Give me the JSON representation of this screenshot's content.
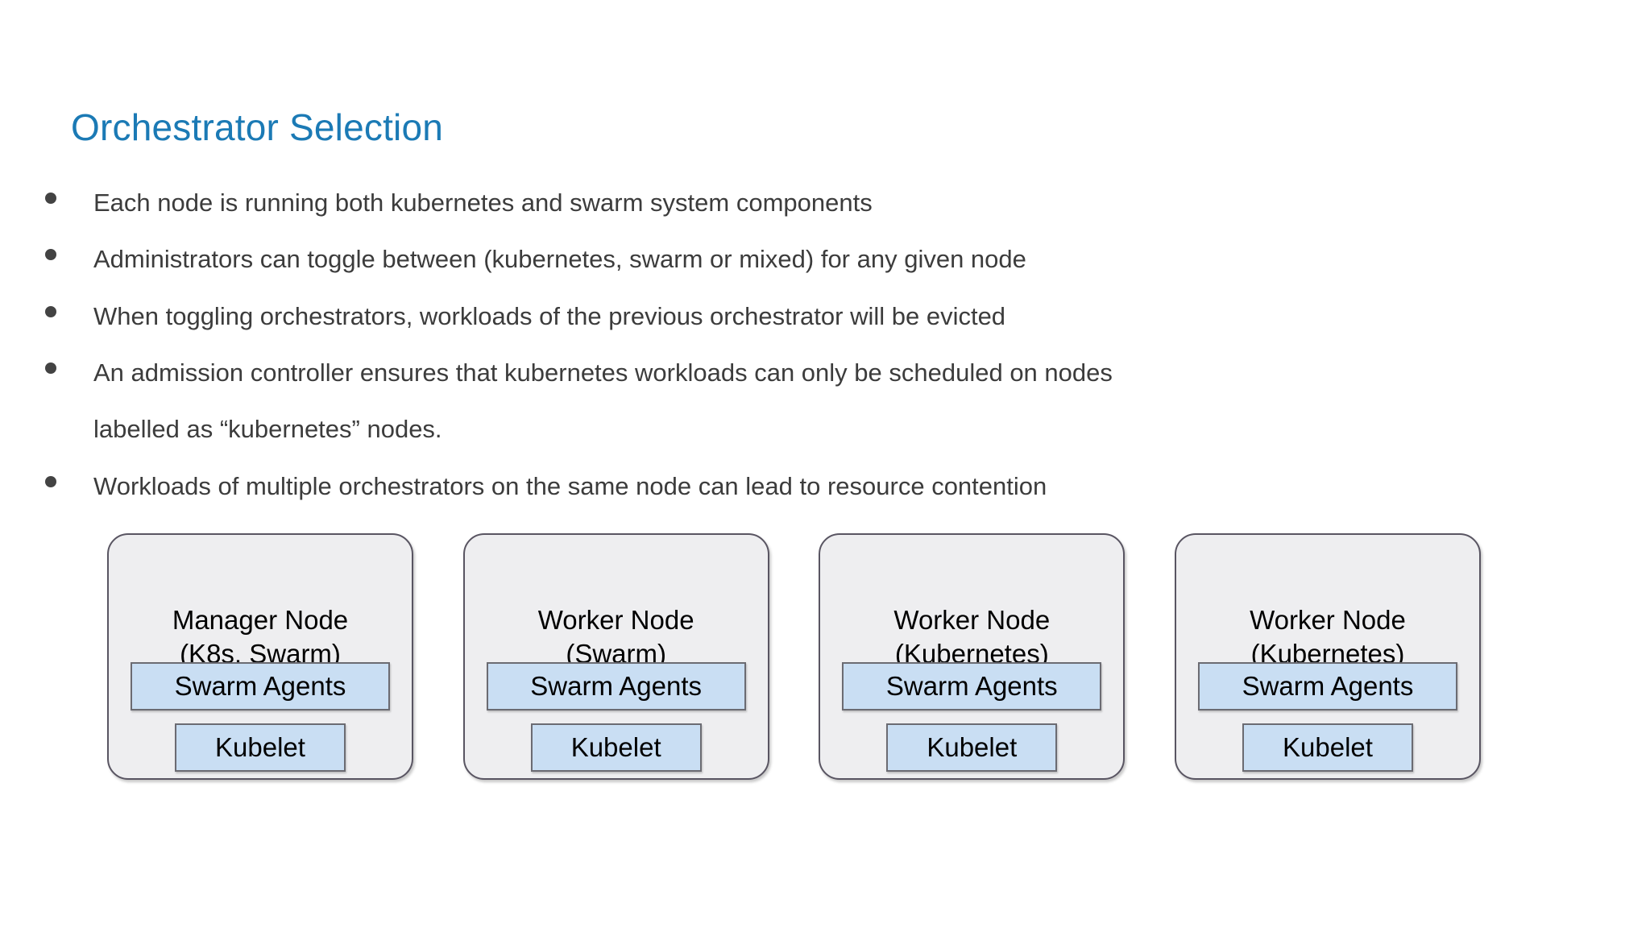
{
  "slide": {
    "title": "Orchestrator Selection",
    "title_color": "#1b7ab5",
    "background_color": "#ffffff",
    "bullet_color": "#434343",
    "body_text_color": "#3c3c3c"
  },
  "bullets": [
    {
      "text": "Each node is running both kubernetes and swarm system components",
      "has_marker": true
    },
    {
      "text": "Administrators can toggle between (kubernetes, swarm or mixed) for any given node",
      "has_marker": true
    },
    {
      "text": "When toggling orchestrators, workloads of the previous orchestrator will be evicted",
      "has_marker": true
    },
    {
      "text": "An admission controller ensures that kubernetes workloads can only be scheduled on nodes",
      "has_marker": true
    },
    {
      "text": "labelled as “kubernetes” nodes.",
      "has_marker": false
    },
    {
      "text": "Workloads of multiple orchestrators on the same node can lead to resource contention",
      "has_marker": true
    }
  ],
  "diagram": {
    "node_fill": "#eeeef0",
    "node_border": "#595562",
    "component_fill": "#c9def3",
    "component_border": "#6b6b72",
    "nodes": [
      {
        "title": "Manager Node\n(K8s, Swarm)",
        "components": [
          {
            "label": "Swarm Agents"
          },
          {
            "label": "Kubelet"
          }
        ]
      },
      {
        "title": "Worker Node\n(Swarm)",
        "components": [
          {
            "label": "Swarm Agents"
          },
          {
            "label": "Kubelet"
          }
        ]
      },
      {
        "title": "Worker Node\n(Kubernetes)",
        "components": [
          {
            "label": "Swarm Agents"
          },
          {
            "label": "Kubelet"
          }
        ]
      },
      {
        "title": "Worker Node\n(Kubernetes)",
        "components": [
          {
            "label": "Swarm Agents"
          },
          {
            "label": "Kubelet"
          }
        ]
      }
    ]
  }
}
